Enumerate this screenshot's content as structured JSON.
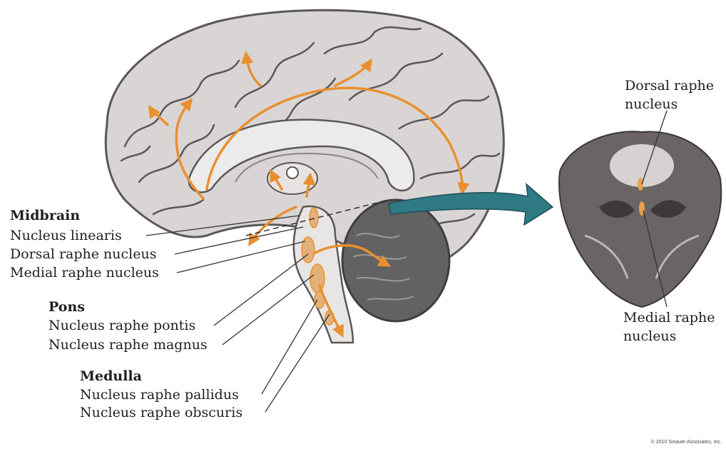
{
  "colors": {
    "serotonin_pathway": "#e8902f",
    "brain_tissue": "#d9d5d4",
    "brain_outline": "#5b5757",
    "cerebellum": "#626262",
    "arrow_teal": "#2f7a85",
    "section_dark": "#4f4b4a"
  },
  "left_labels": {
    "midbrain": {
      "title": "Midbrain",
      "items": [
        "Nucleus linearis",
        "Dorsal raphe nucleus",
        "Medial raphe nucleus"
      ]
    },
    "pons": {
      "title": "Pons",
      "items": [
        "Nucleus raphe pontis",
        "Nucleus raphe magnus"
      ]
    },
    "medulla": {
      "title": "Medulla",
      "items": [
        "Nucleus raphe pallidus",
        "Nucleus raphe obscuris"
      ]
    }
  },
  "right_labels": {
    "dorsal": [
      "Dorsal raphe",
      "nucleus"
    ],
    "medial": [
      "Medial raphe",
      "nucleus"
    ]
  },
  "copyright": "© 2010 Sinauer Associates, Inc."
}
